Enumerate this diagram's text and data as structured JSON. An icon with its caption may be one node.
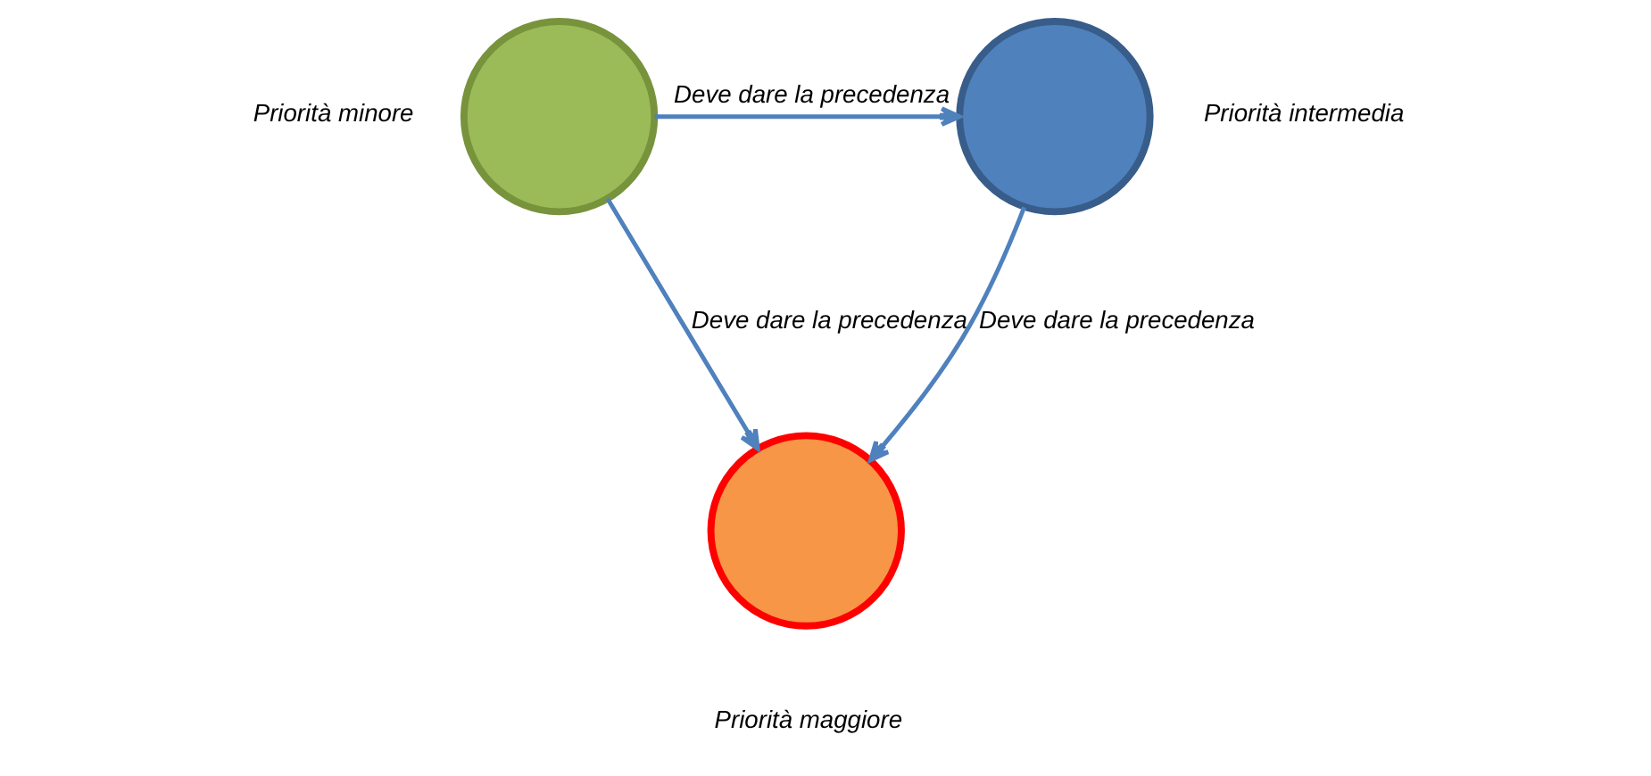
{
  "diagram": {
    "nodes": [
      {
        "text": [],
        "shape": "circle",
        "beside": [
          "Priorità minore"
        ]
      },
      {
        "text": [],
        "shape": "circle",
        "beside": [
          "Priorità intermedia"
        ]
      },
      {
        "text": [],
        "shape": "circle",
        "beside": [
          "Priorità maggiore"
        ]
      }
    ],
    "edges": [
      {
        "from": 0,
        "to": 1,
        "arrow": "to",
        "label": "Deve dare la precedenza"
      },
      {
        "from": 0,
        "to": 2,
        "arrow": "to",
        "label": "Deve dare la precedenza"
      },
      {
        "from": 1,
        "to": 2,
        "arrow": "to",
        "label": "Deve dare la precedenza"
      }
    ]
  }
}
